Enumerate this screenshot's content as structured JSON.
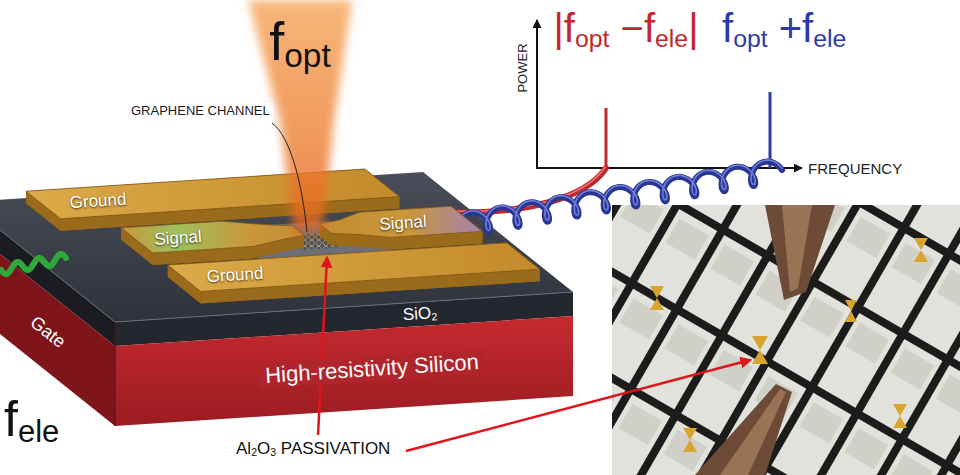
{
  "diagram": {
    "nodes": [
      {
        "text": [
          "Ground"
        ]
      },
      {
        "text": [
          "Signal"
        ]
      },
      {
        "text": [
          "Signal"
        ]
      },
      {
        "text": [
          "Ground"
        ]
      }
    ],
    "labels": [
      "fopt",
      "GRAPHENE CHANNEL",
      "POWER",
      "|fopt −fele|",
      "fopt +fele",
      "FREQUENCY",
      "SiO2",
      "High-resistivity Silicon",
      "Gate",
      "fele",
      "Al2O3 PASSIVATION"
    ]
  }
}
